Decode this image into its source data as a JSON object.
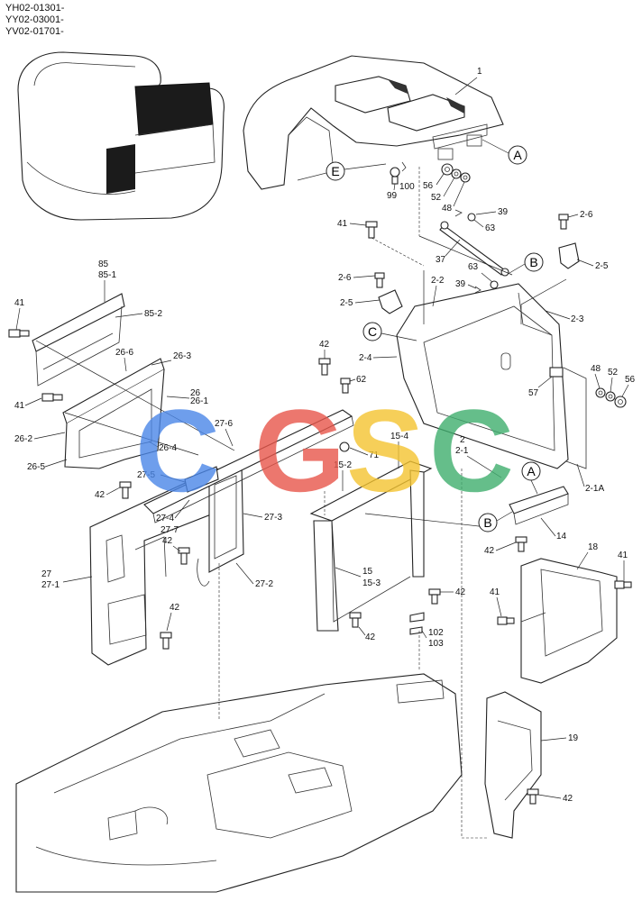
{
  "serials": [
    "YH02-01301-",
    "YY02-03001-",
    "YV02-01701-"
  ],
  "watermark": {
    "letters": [
      {
        "char": "C",
        "color": "#4a86e8"
      },
      {
        "char": "G",
        "color": "#e8564a"
      },
      {
        "char": "S",
        "color": "#f4c430"
      },
      {
        "char": "C",
        "color": "#3fae6e"
      }
    ]
  },
  "circle_labels": [
    "A",
    "B",
    "C",
    "E",
    "A",
    "B"
  ],
  "part_labels": [
    "1",
    "99",
    "100",
    "56",
    "52",
    "48",
    "39",
    "63",
    "41",
    "37",
    "2-6",
    "2-5",
    "63",
    "39",
    "2-6",
    "2-5",
    "2-2",
    "2-3",
    "2-4",
    "42",
    "62",
    "57",
    "48",
    "52",
    "56",
    "85",
    "85-1",
    "85-2",
    "41",
    "26-6",
    "26-3",
    "26",
    "26-1",
    "41",
    "26-2",
    "26-4",
    "26-5",
    "27-6",
    "71",
    "15-4",
    "2",
    "2-1",
    "2-1A",
    "27-5",
    "15-2",
    "27-4",
    "27-7",
    "42",
    "27-3",
    "42",
    "27",
    "27-1",
    "27-2",
    "15",
    "15-3",
    "14",
    "42",
    "42",
    "18",
    "41",
    "41",
    "42",
    "102",
    "103",
    "42",
    "19",
    "42"
  ]
}
